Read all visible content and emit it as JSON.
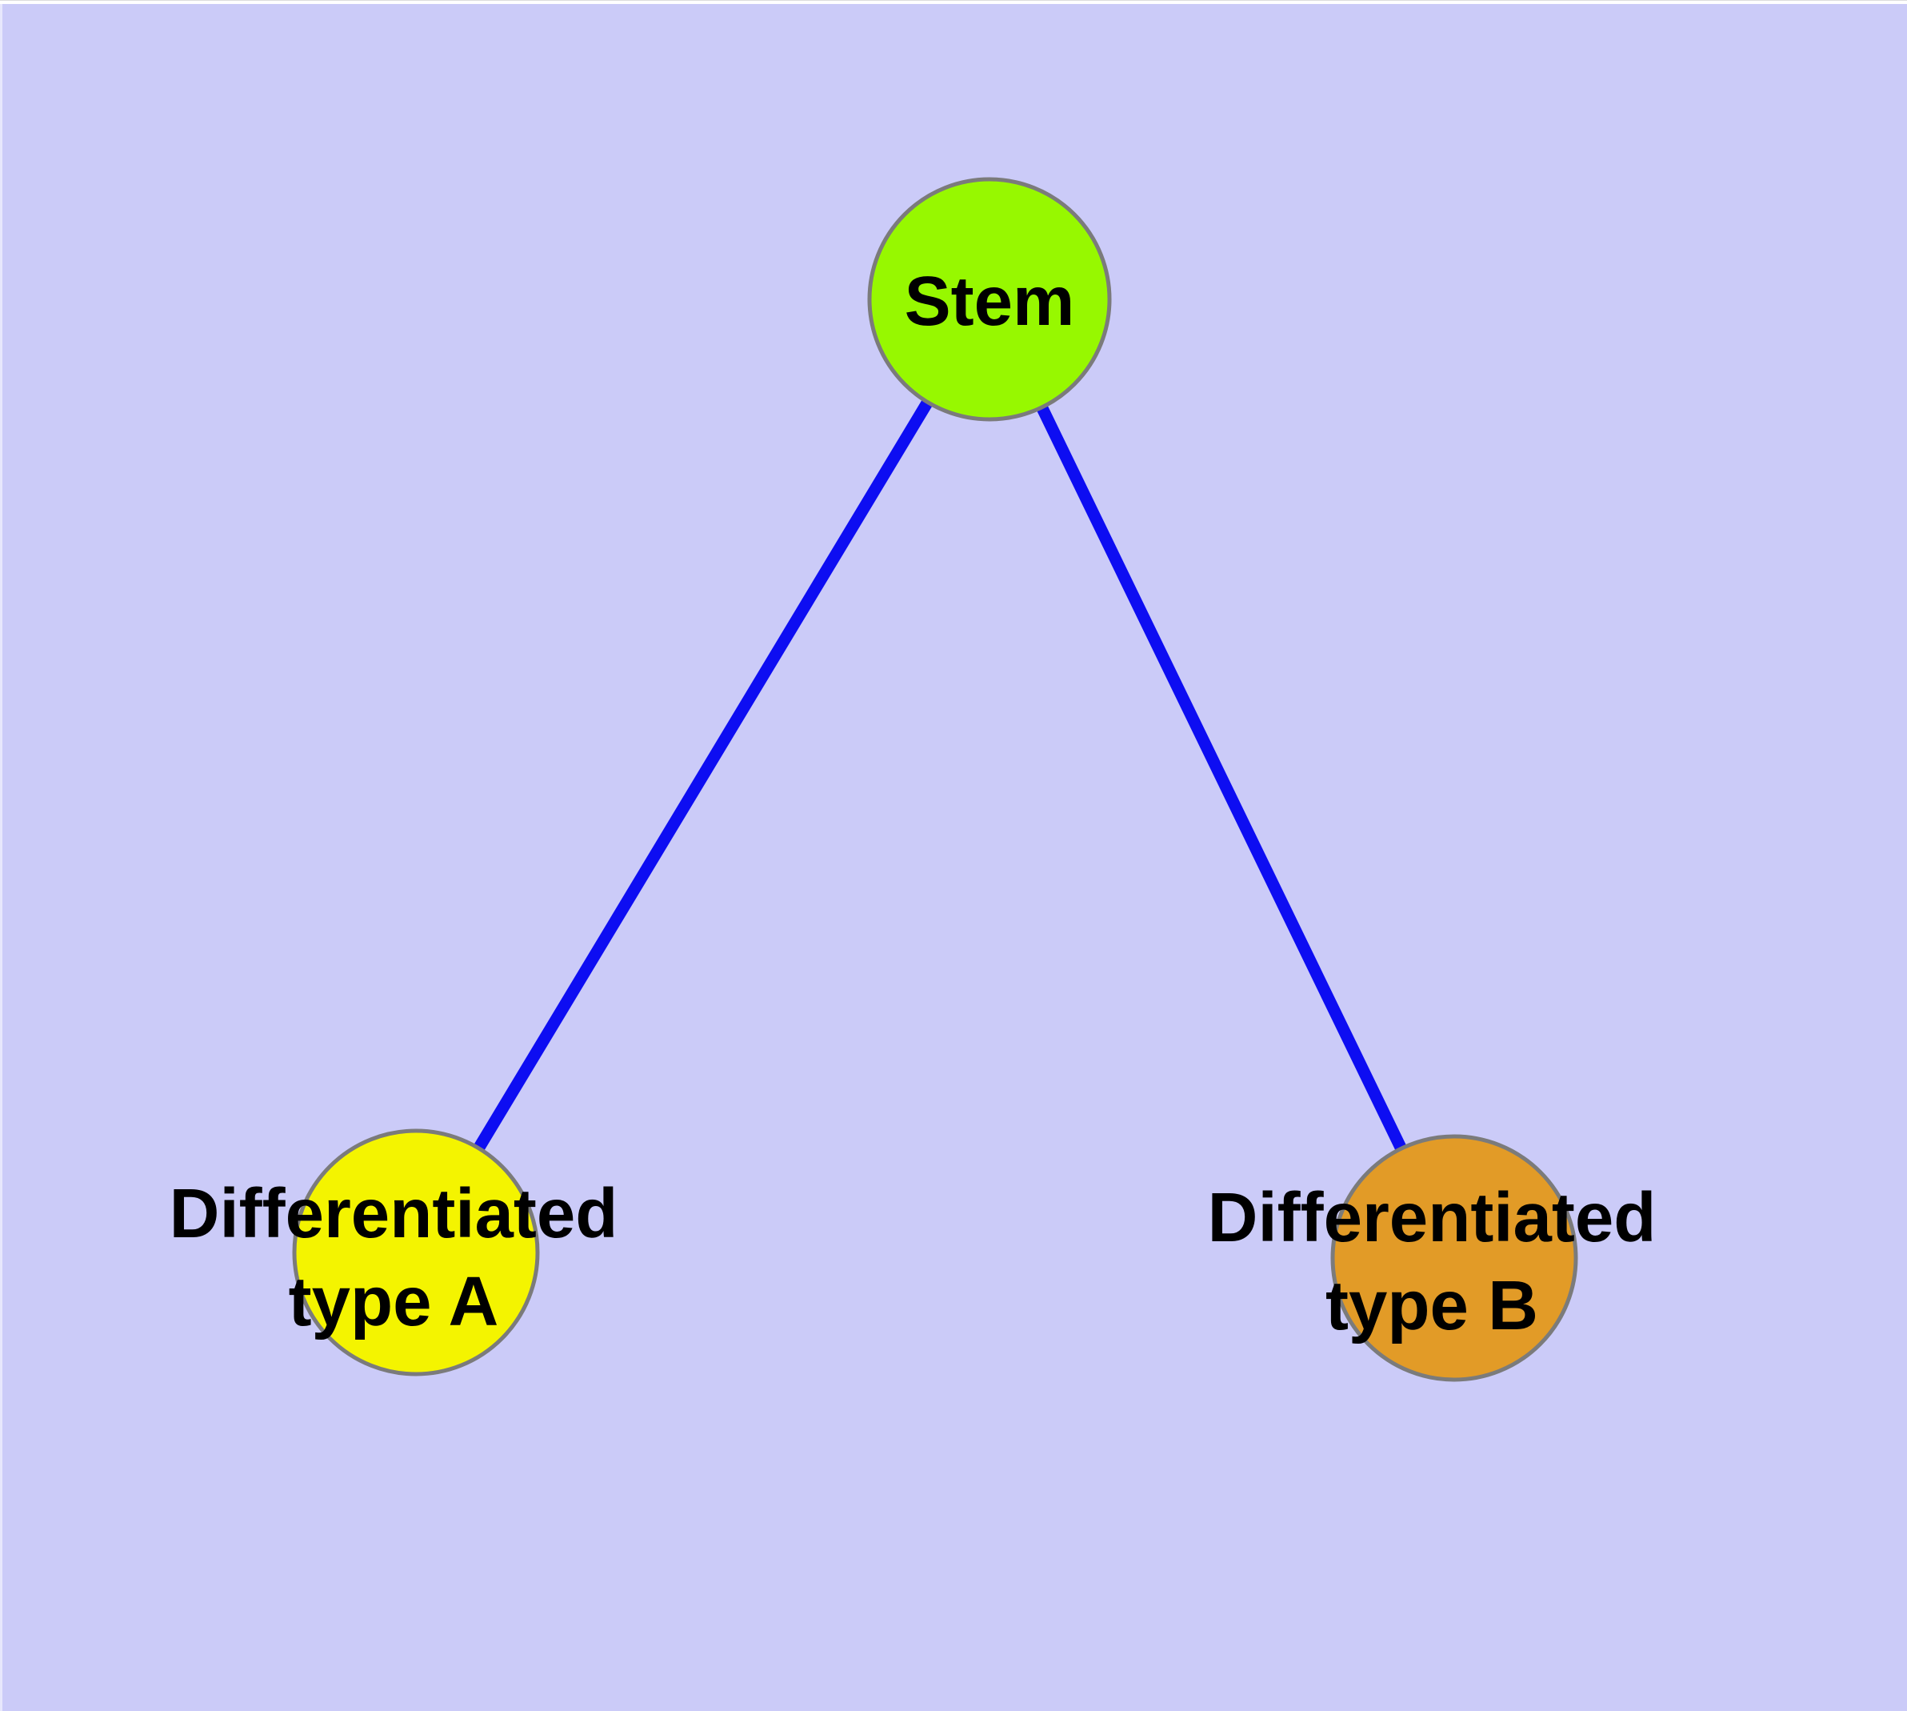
{
  "diagram": {
    "background_color": "#cbcbf8",
    "edge_color": "#0d0df2",
    "node_border_color": "#7b7b7b",
    "label_color": "#000000",
    "nodes": [
      {
        "id": "stem",
        "label": "Stem",
        "fill_color": "#97f800"
      },
      {
        "id": "differentiated-type-a",
        "label_line1": "Differentiated",
        "label_line2": "type A",
        "fill_color": "#f4f400"
      },
      {
        "id": "differentiated-type-b",
        "label_line1": "Differentiated",
        "label_line2": "type B",
        "fill_color": "#e29b27"
      }
    ],
    "edges": [
      {
        "from": "Stem",
        "to": "Differentiated type A"
      },
      {
        "from": "Stem",
        "to": "Differentiated type B"
      }
    ]
  }
}
